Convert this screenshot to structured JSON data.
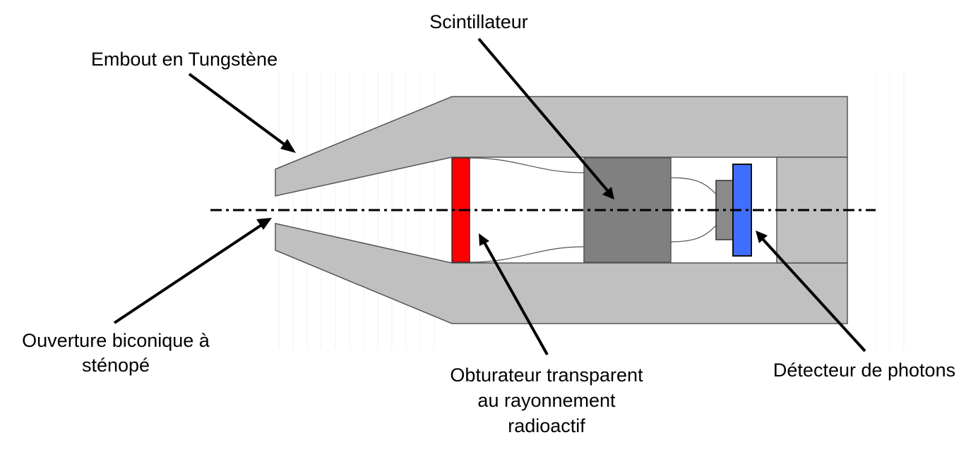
{
  "labels": {
    "tip": "Embout en Tungstène",
    "scintillator": "Scintillateur",
    "aperture_line1": "Ouverture biconique à",
    "aperture_line2": "sténopé",
    "shutter_line1": "Obturateur transparent",
    "shutter_line2": "au rayonnement",
    "shutter_line3": "radioactif",
    "detector": "Détecteur de photons"
  },
  "colors": {
    "housing": "#c0c0c0",
    "scintillator": "#808080",
    "shutter": "#ff0000",
    "detector": "#3f6fff",
    "detector_base": "#8a8a8a",
    "outline": "#333333"
  }
}
